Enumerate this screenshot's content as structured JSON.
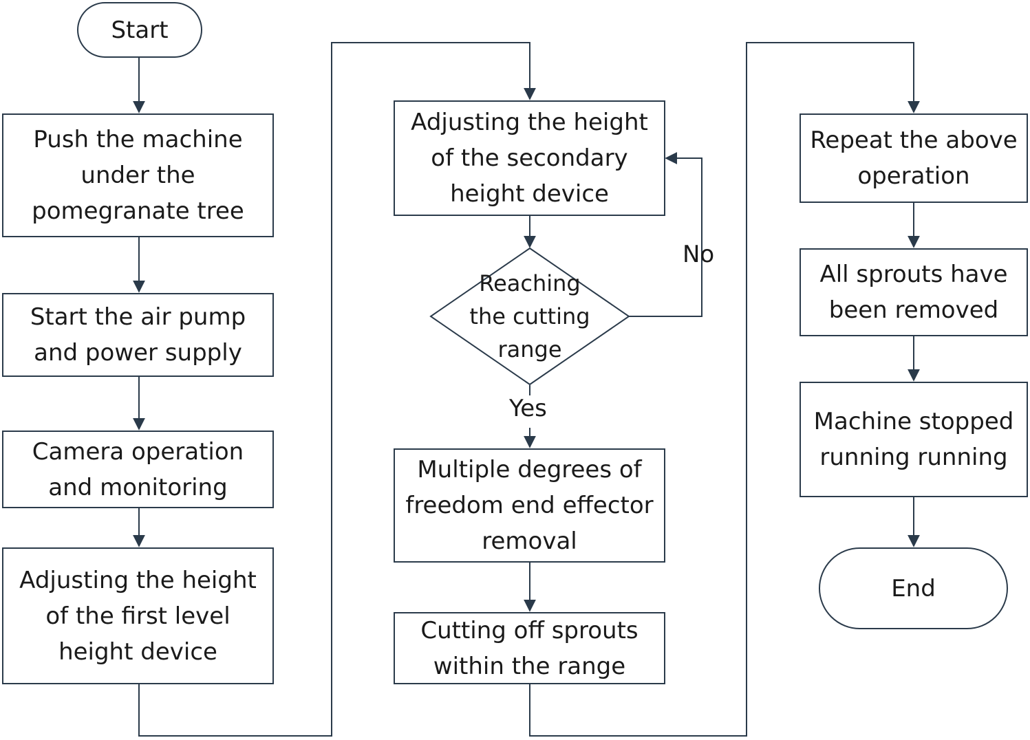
{
  "nodes": {
    "start": "Start",
    "push_machine": "Push the machine\nunder the\npomegranate tree",
    "start_air_pump": "Start the air pump\nand power supply",
    "camera": "Camera operation\nand monitoring",
    "adjust_first": "Adjusting the height\nof the first level\nheight device",
    "adjust_secondary": "Adjusting the height\nof the secondary\nheight device",
    "decision": "Reaching\nthe cutting\nrange",
    "multiple_dof": "Multiple degrees of\nfreedom end effector\nremoval",
    "cutting_off": "Cutting off sprouts\nwithin the range",
    "repeat": "Repeat the above\noperation",
    "all_removed": "All sprouts have\nbeen removed",
    "machine_stopped": "Machine stopped\nrunning running",
    "end": "End"
  },
  "edge_labels": {
    "no": "No",
    "yes": "Yes"
  },
  "colors": {
    "line": "#2a3a4a",
    "text": "#1a1a1a"
  }
}
